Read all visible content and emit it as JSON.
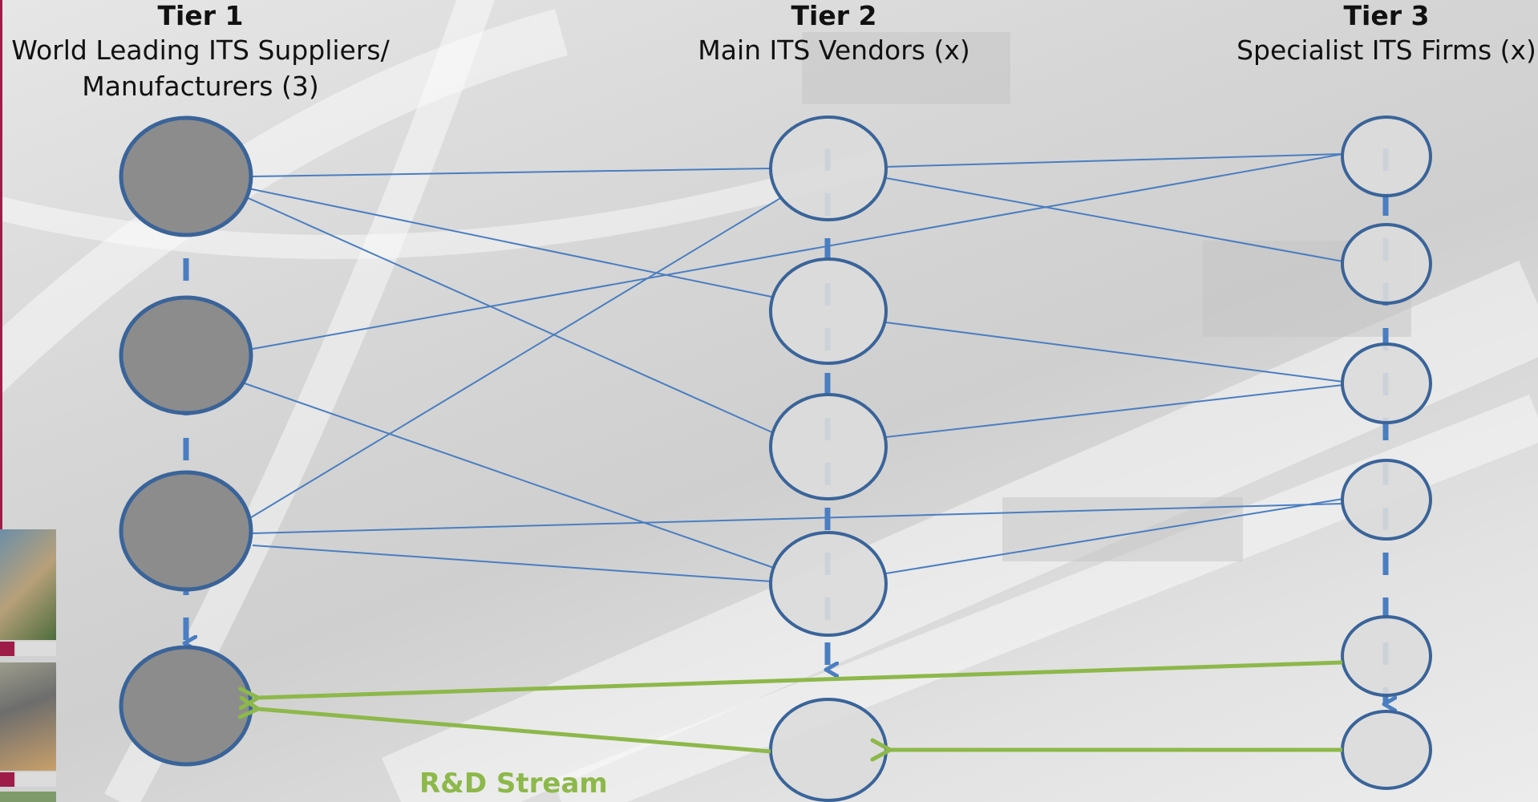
{
  "headers": {
    "tier1": {
      "title": "Tier 1",
      "line1": "World Leading ITS Suppliers/",
      "line2": "Manufacturers (3)"
    },
    "tier2": {
      "title": "Tier 2",
      "line1": "Main ITS Vendors (x)"
    },
    "tier3": {
      "title": "Tier 3",
      "line1": "Specialist ITS Firms (x)"
    }
  },
  "rd_label": "R&D Stream",
  "colors": {
    "tier1_fill": "#8C8C8C",
    "node_fill": "#DCDCDC",
    "node_stroke": "#3A6499",
    "link": "#4A7EC0",
    "dash": "#4A7EC0",
    "rd_arrow": "#8DB84A",
    "left_strip_accent": "#9E1D48"
  }
}
